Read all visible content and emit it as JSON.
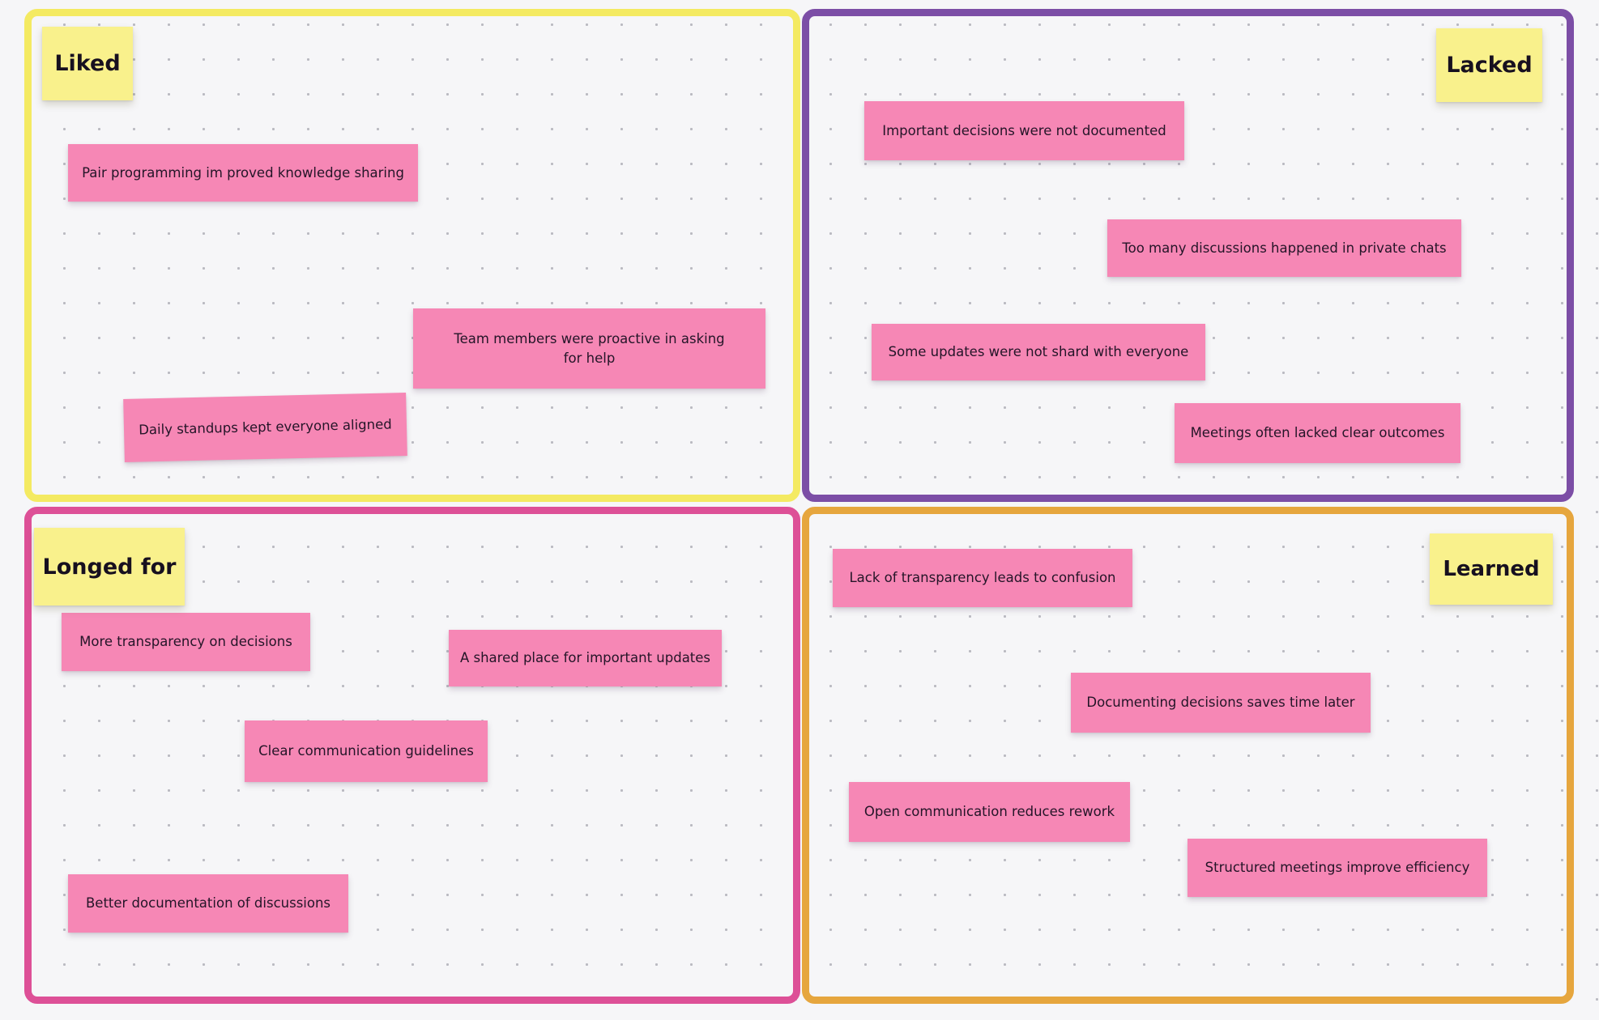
{
  "canvas": {
    "background_color": "#f6f6f8",
    "dot_grid_color": "#7d7d8a",
    "note_color": "#f687b5",
    "label_sticky_color": "#f9f18c",
    "text_color": "#241528"
  },
  "quadrants": [
    {
      "name": "liked",
      "label": "Liked",
      "border_color": "#f4ea62",
      "notes": [
        {
          "text": "Pair programming im proved knowledge sharing"
        },
        {
          "text": "Team members were proactive in asking for help"
        },
        {
          "text": "Daily standups kept everyone aligned"
        }
      ]
    },
    {
      "name": "lacked",
      "label": "Lacked",
      "border_color": "#7c4ea6",
      "notes": [
        {
          "text": "Important decisions were not documented"
        },
        {
          "text": "Too many discussions happened in private chats"
        },
        {
          "text": "Some updates were not shard with everyone"
        },
        {
          "text": "Meetings often lacked clear outcomes"
        }
      ]
    },
    {
      "name": "longed-for",
      "label": "Longed for",
      "border_color": "#dd5097",
      "notes": [
        {
          "text": "More transparency on decisions"
        },
        {
          "text": "A shared place for important updates"
        },
        {
          "text": "Clear communication guidelines"
        },
        {
          "text": "Better documentation of discussions"
        }
      ]
    },
    {
      "name": "learned",
      "label": "Learned",
      "border_color": "#e6a63e",
      "notes": [
        {
          "text": "Lack of transparency leads to confusion"
        },
        {
          "text": "Documenting decisions saves time later"
        },
        {
          "text": "Open communication reduces rework"
        },
        {
          "text": "Structured meetings improve efficiency"
        }
      ]
    }
  ]
}
